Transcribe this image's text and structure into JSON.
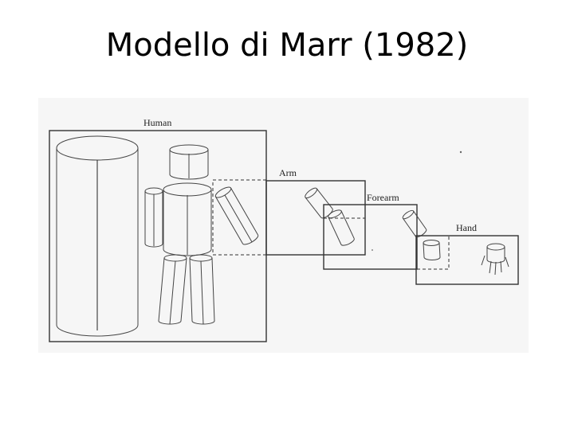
{
  "slide": {
    "title": "Modello di Marr (1982)"
  },
  "figure": {
    "labels": {
      "human": "Human",
      "arm": "Arm",
      "forearm": "Forearm",
      "hand": "Hand"
    },
    "colors": {
      "background": "#f6f6f6",
      "ink": "#333333"
    }
  }
}
